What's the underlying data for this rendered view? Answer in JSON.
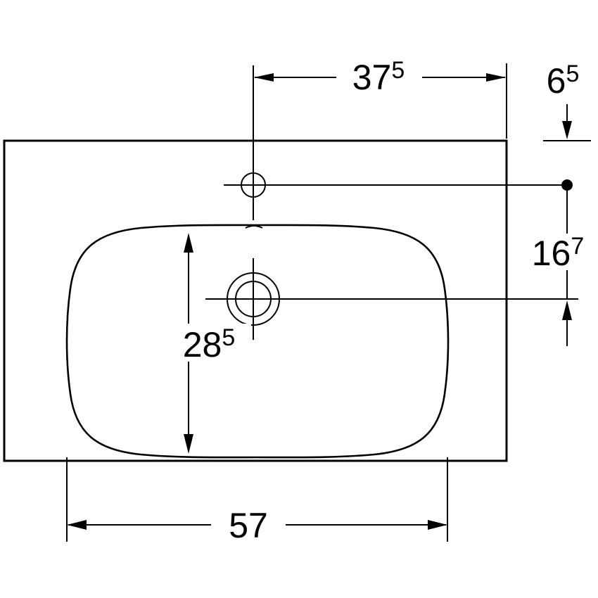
{
  "drawing": {
    "type": "technical-dimension-drawing",
    "subject": "washbasin-top-view",
    "units_implied": "cm",
    "colors": {
      "line": "#000000",
      "background": "#ffffff"
    }
  },
  "dimensions": {
    "tap_hole_horizontal": {
      "value": "37",
      "superscript": "5"
    },
    "tap_hole_from_edge": {
      "value": "6",
      "superscript": "5"
    },
    "tap_to_drain": {
      "value": "16",
      "superscript": "7"
    },
    "basin_front_to_back": {
      "value": "28",
      "superscript": "5"
    },
    "basin_width": {
      "value": "57",
      "superscript": ""
    }
  }
}
